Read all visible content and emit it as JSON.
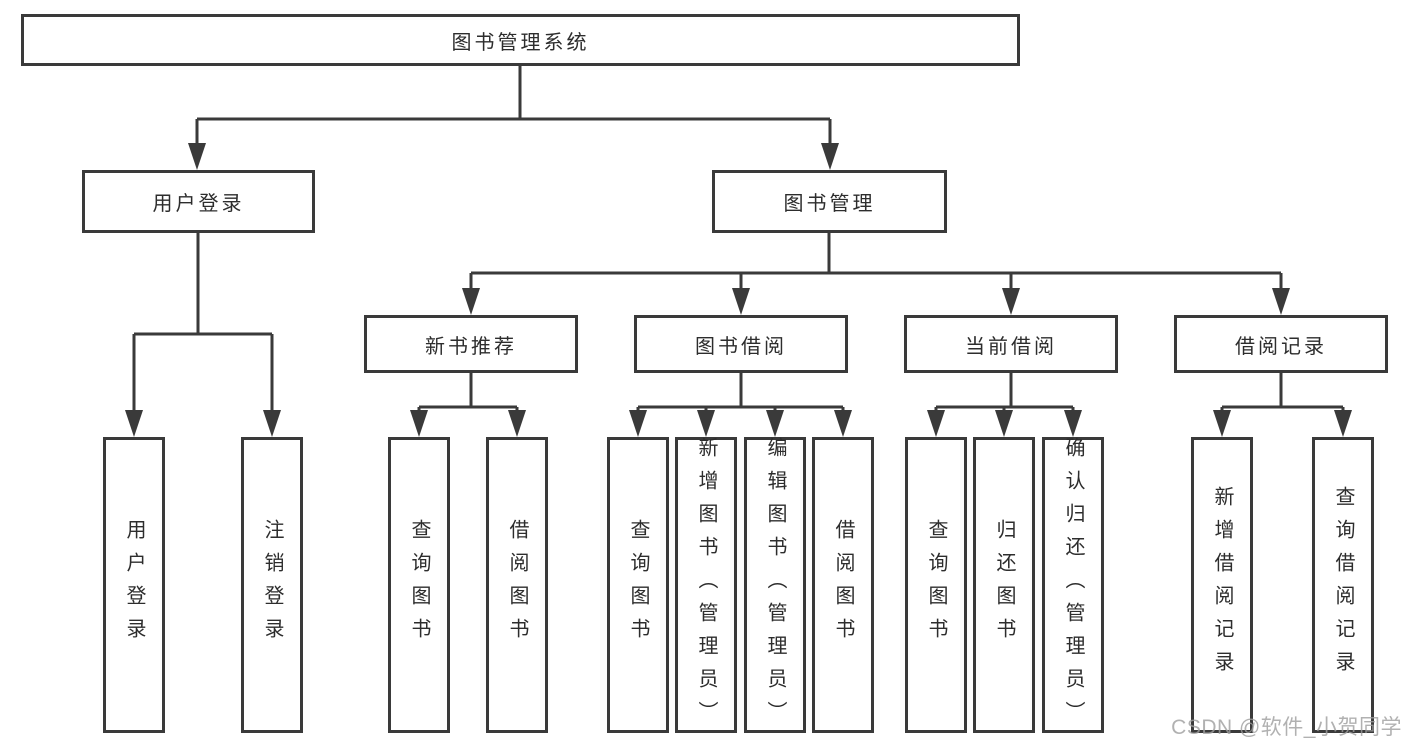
{
  "tree": {
    "label": "图书管理系统",
    "children": [
      {
        "label": "用户登录",
        "children": [
          {
            "label": "用户登录"
          },
          {
            "label": "注销登录"
          }
        ]
      },
      {
        "label": "图书管理",
        "children": [
          {
            "label": "新书推荐",
            "children": [
              {
                "label": "查询图书"
              },
              {
                "label": "借阅图书"
              }
            ]
          },
          {
            "label": "图书借阅",
            "children": [
              {
                "label": "查询图书"
              },
              {
                "label": "新增图书（管理员）"
              },
              {
                "label": "编辑图书（管理员）"
              },
              {
                "label": "借阅图书"
              }
            ]
          },
          {
            "label": "当前借阅",
            "children": [
              {
                "label": "查询图书"
              },
              {
                "label": "归还图书"
              },
              {
                "label": "确认归还（管理员）"
              }
            ]
          },
          {
            "label": "借阅记录",
            "children": [
              {
                "label": "新增借阅记录"
              },
              {
                "label": "查询借阅记录"
              }
            ]
          }
        ]
      }
    ]
  },
  "watermark": {
    "text": "CSDN @软件_小贺同学"
  },
  "colors": {
    "line": "#3a3a3a",
    "box_fill": "#ffffff",
    "text": "#2d2d2d",
    "watermark": "#9e9e9e",
    "background": "#ffffff"
  }
}
